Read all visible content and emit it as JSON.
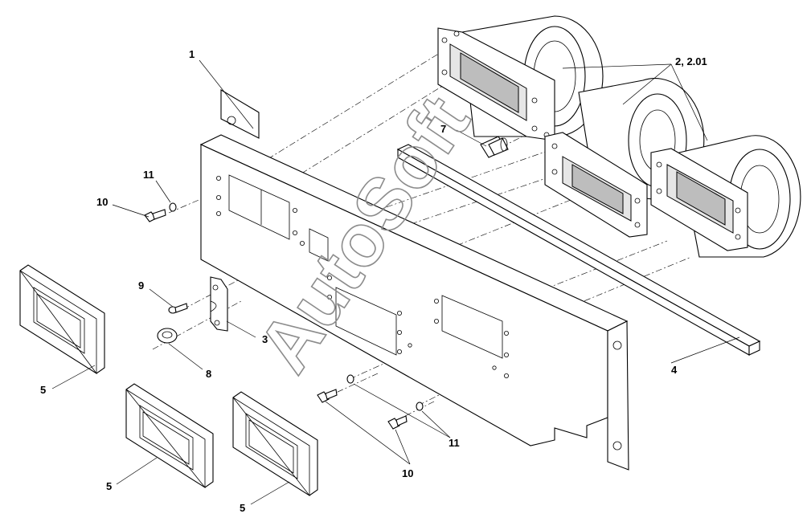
{
  "watermark": "AutoSoft",
  "labels": {
    "part_1": "1",
    "part_2": "2, 2.01",
    "part_3": "3",
    "part_4": "4",
    "part_5a": "5",
    "part_5b": "5",
    "part_5c": "5",
    "part_7": "7",
    "part_8": "8",
    "part_9": "9",
    "part_10a": "10",
    "part_10b": "10",
    "part_11a": "11",
    "part_11b": "11"
  },
  "colors": {
    "line": "#000000",
    "watermark": "#8c8c8c",
    "background": "#ffffff"
  }
}
